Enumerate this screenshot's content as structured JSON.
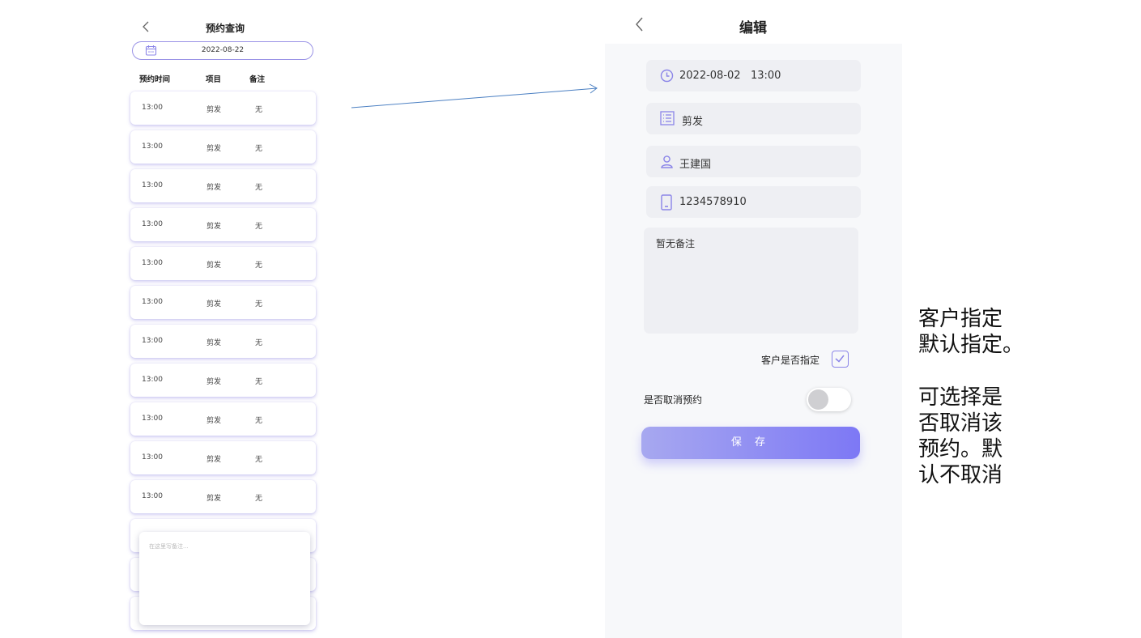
{
  "left": {
    "title": "预约查询",
    "date": "2022-08-22",
    "headers": {
      "time": "预约时间",
      "project": "项目",
      "remark": "备注"
    },
    "rows": [
      {
        "time": "13:00",
        "project": "剪发",
        "remark": "无"
      },
      {
        "time": "13:00",
        "project": "剪发",
        "remark": "无"
      },
      {
        "time": "13:00",
        "project": "剪发",
        "remark": "无"
      },
      {
        "time": "13:00",
        "project": "剪发",
        "remark": "无"
      },
      {
        "time": "13:00",
        "project": "剪发",
        "remark": "无"
      },
      {
        "time": "13:00",
        "project": "剪发",
        "remark": "无"
      },
      {
        "time": "13:00",
        "project": "剪发",
        "remark": "无"
      },
      {
        "time": "13:00",
        "project": "剪发",
        "remark": "无"
      },
      {
        "time": "13:00",
        "project": "剪发",
        "remark": "无"
      },
      {
        "time": "13:00",
        "project": "剪发",
        "remark": "无"
      },
      {
        "time": "13:00",
        "project": "剪发",
        "remark": "无"
      },
      {
        "time": "",
        "project": "",
        "remark": ""
      },
      {
        "time": "",
        "project": "",
        "remark": ""
      },
      {
        "time": "",
        "project": "",
        "remark": ""
      }
    ],
    "note_placeholder": "在这里写备注..."
  },
  "right": {
    "title": "编辑",
    "datetime": "2022-08-02   13:00",
    "project": "剪发",
    "customer": "王建国",
    "phone": "1234578910",
    "memo": "暂无备注",
    "assign_label": "客户是否指定",
    "assign_checked": true,
    "cancel_label": "是否取消预约",
    "cancel_on": false,
    "save_label": "保 存"
  },
  "annotations": {
    "assign_note": "客户指定\n默认指定。",
    "cancel_note": "可选择是\n否取消该\n预约。默\n认不取消"
  },
  "colors": {
    "accent": "#8b85e8",
    "field_bg": "#eeeff3",
    "panel_bg": "#f7f8fa"
  }
}
